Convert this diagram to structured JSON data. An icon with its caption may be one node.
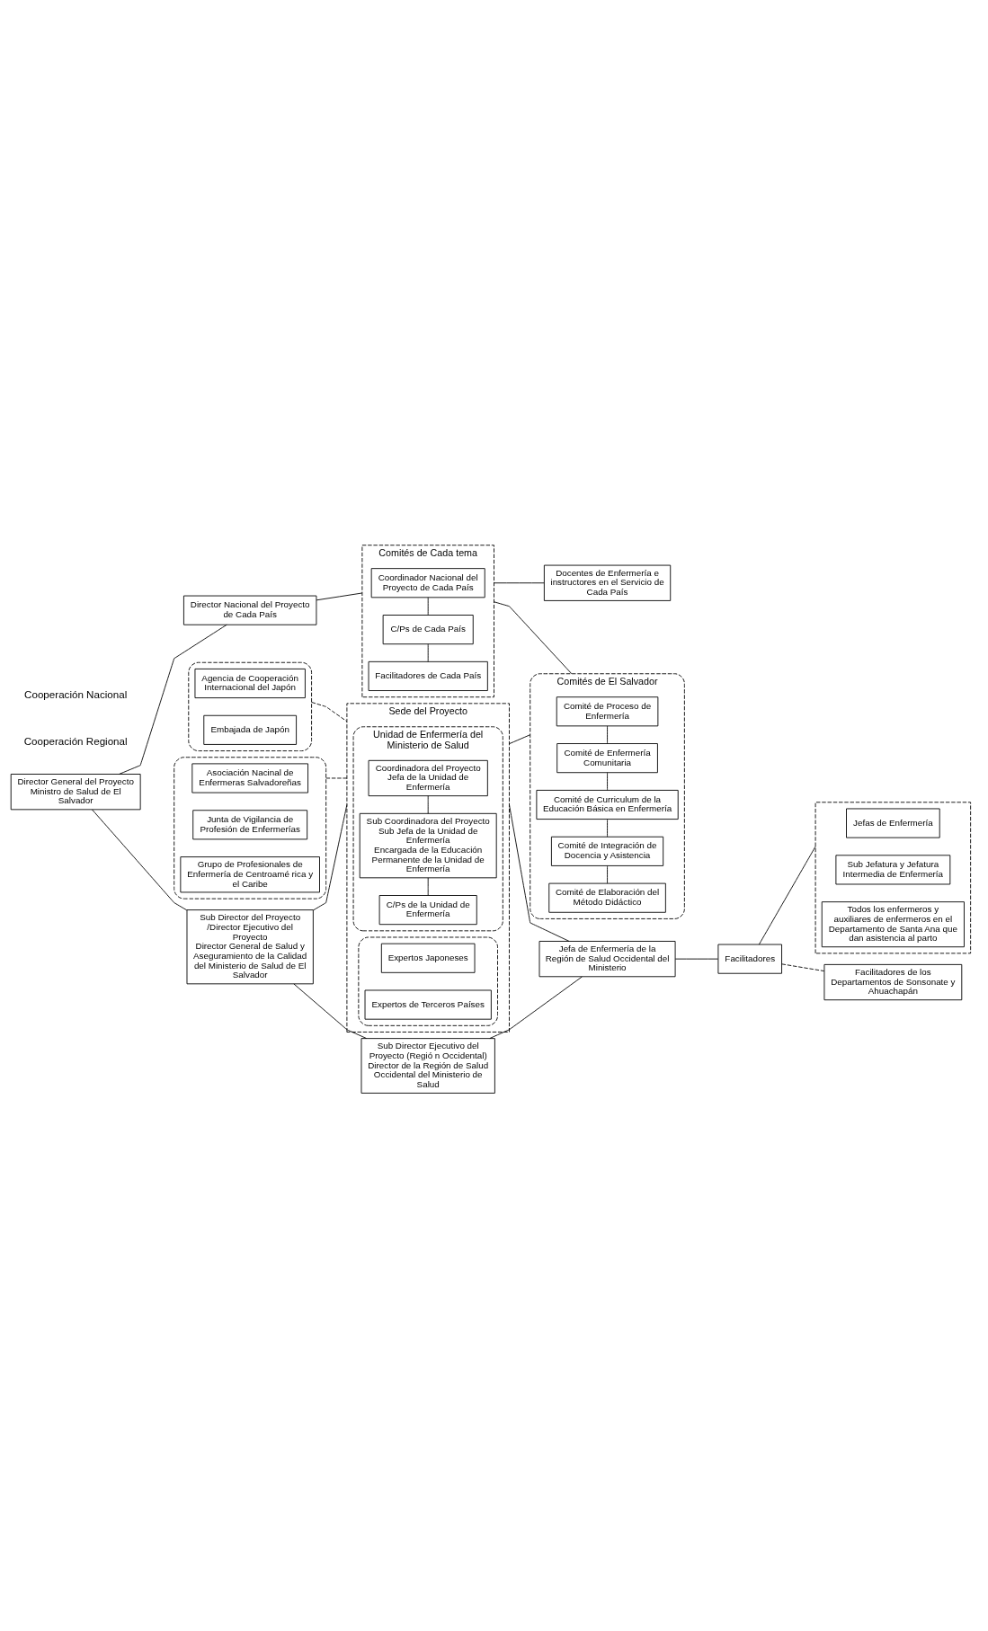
{
  "diagram": {
    "nodes": [
      {
        "text": [
          "Director General del Proyecto",
          "Ministro de Salud de El Salvador"
        ]
      },
      {
        "text": [
          "Director Nacional del Proyecto de Cada País"
        ]
      },
      {
        "text": [
          "Sub Director del Proyecto /Director Ejecutivo del Proyecto",
          "Director General de Salud y Aseguramiento de la Calidad del Ministerio de Salud de El Salvador"
        ]
      },
      {
        "text": [],
        "shape": "ellipse"
      },
      {
        "text": [
          "Agencia de Cooperación Internacional del Japón"
        ],
        "in": 3
      },
      {
        "text": [
          "Embajada de Japón"
        ],
        "in": 3
      },
      {
        "text": [
          "Sede del Proyecto"
        ]
      },
      {
        "text": [
          "Unidad de Enfermería del Ministerio de Salud"
        ],
        "in": 6
      },
      {
        "text": [
          "Coordinadora del Proyecto",
          "Jefa de la Unidad de Enfermería"
        ],
        "in": 7
      },
      {
        "text": [
          "Sub Coordinadora del Proyecto",
          "Sub Jefa de la Unidad de Enfermería",
          "Encargada de la Educación Permanente de la Unidad de Enfermería"
        ],
        "in": 7
      },
      {
        "text": [
          "C/Ps de la Unidad de Enfermería"
        ],
        "in": 7
      },
      {
        "text": [],
        "shape": "ellipse",
        "in": 6
      },
      {
        "text": [
          "Expertos Japoneses"
        ],
        "in": 11
      },
      {
        "text": [
          "Expertos de Terceros Países"
        ],
        "in": 11
      },
      {
        "text": [
          "Comités de Cada tema"
        ]
      },
      {
        "text": [
          "Coordinador Nacional del Proyecto de Cada País"
        ],
        "in": 14
      },
      {
        "text": [
          "C/Ps de Cada País"
        ],
        "in": 14
      },
      {
        "text": [
          "Facilitadores de Cada País"
        ],
        "in": 14
      },
      {
        "text": [
          "Docentes de Enfermería e instructores en el Servicio de Cada País"
        ]
      },
      {
        "text": [
          "Comités de El Salvador"
        ]
      },
      {
        "text": [
          "Comité de Proceso de Enfermería"
        ],
        "in": 19
      },
      {
        "text": [
          "Comité de Enfermería Comunitaria"
        ],
        "in": 19
      },
      {
        "text": [
          "Comité de Curriculum de la Educación Básica en Enfermería"
        ],
        "in": 19
      },
      {
        "text": [
          "Comité de Integración de Docencia y Asistencia"
        ],
        "in": 19
      },
      {
        "text": [
          "Comité de Elaboración del Método Didáctico"
        ],
        "in": 19
      },
      {
        "text": [],
        "shape": "ellipse"
      },
      {
        "text": [
          "Asociación Nacinal de Enfermeras Salvadoreñas"
        ],
        "in": 25
      },
      {
        "text": [
          "Junta de Vigilancia de Profesión de Enfermerías"
        ],
        "in": 25
      },
      {
        "text": [
          "Grupo de Profesionales de Enfermería de Centroamé rica y el Caribe"
        ],
        "in": 25
      },
      {
        "text": [
          "Sub Director Ejecutivo del Proyecto (Regió n Occidental)",
          "Director de la Región de Salud Occidental del Ministerio de Salud"
        ]
      },
      {
        "text": [
          "Jefa de Enfermería de la Región de Salud Occidental del Ministerio"
        ]
      },
      {
        "text": [
          "Facilitadores"
        ]
      },
      {
        "text": [],
        "shape": "box"
      },
      {
        "text": [
          "Jefas de Enfermería"
        ],
        "in": 32
      },
      {
        "text": [
          "Sub Jefatura y Jefatura Intermedia de Enfermería"
        ],
        "in": 32
      },
      {
        "text": [
          "Todos los enfermeros y auxiliares de enfermeros en el Departamento de Santa Ana que dan asistencia al parto"
        ],
        "in": 32
      },
      {
        "text": [
          "Facilitadores de los Departamentos de Sonsonate y Ahuachapán"
        ]
      }
    ],
    "edges": [
      {
        "from": 0,
        "to": 1,
        "arrow": "none"
      },
      {
        "from": 0,
        "to": 2,
        "arrow": "none"
      },
      {
        "from": 1,
        "to": 14,
        "arrow": "none"
      },
      {
        "from": 15,
        "to": 16,
        "arrow": "none"
      },
      {
        "from": 16,
        "to": 17,
        "arrow": "none"
      },
      {
        "from": 14,
        "to": 18,
        "arrow": "none"
      },
      {
        "from": 14,
        "to": 19,
        "arrow": "none"
      },
      {
        "from": 3,
        "to": 6,
        "arrow": "none",
        "style": "dashed"
      },
      {
        "from": 2,
        "to": 6,
        "arrow": "none"
      },
      {
        "from": 2,
        "to": 29,
        "arrow": "none"
      },
      {
        "from": 25,
        "to": 6,
        "arrow": "none",
        "style": "dashed"
      },
      {
        "from": 8,
        "to": 9,
        "arrow": "none"
      },
      {
        "from": 9,
        "to": 10,
        "arrow": "none"
      },
      {
        "from": 6,
        "to": 19,
        "arrow": "none"
      },
      {
        "from": 20,
        "to": 21,
        "arrow": "none"
      },
      {
        "from": 21,
        "to": 22,
        "arrow": "none"
      },
      {
        "from": 22,
        "to": 23,
        "arrow": "none"
      },
      {
        "from": 23,
        "to": 24,
        "arrow": "none"
      },
      {
        "from": 6,
        "to": 30,
        "arrow": "none"
      },
      {
        "from": 29,
        "to": 30,
        "arrow": "none"
      },
      {
        "from": 30,
        "to": 31,
        "arrow": "none"
      },
      {
        "from": 31,
        "to": 32,
        "arrow": "none"
      },
      {
        "from": 31,
        "to": 36,
        "arrow": "none",
        "style": "dashed"
      }
    ],
    "labels": [
      "Cooperación Regional",
      "Cooperación Nacional"
    ]
  }
}
